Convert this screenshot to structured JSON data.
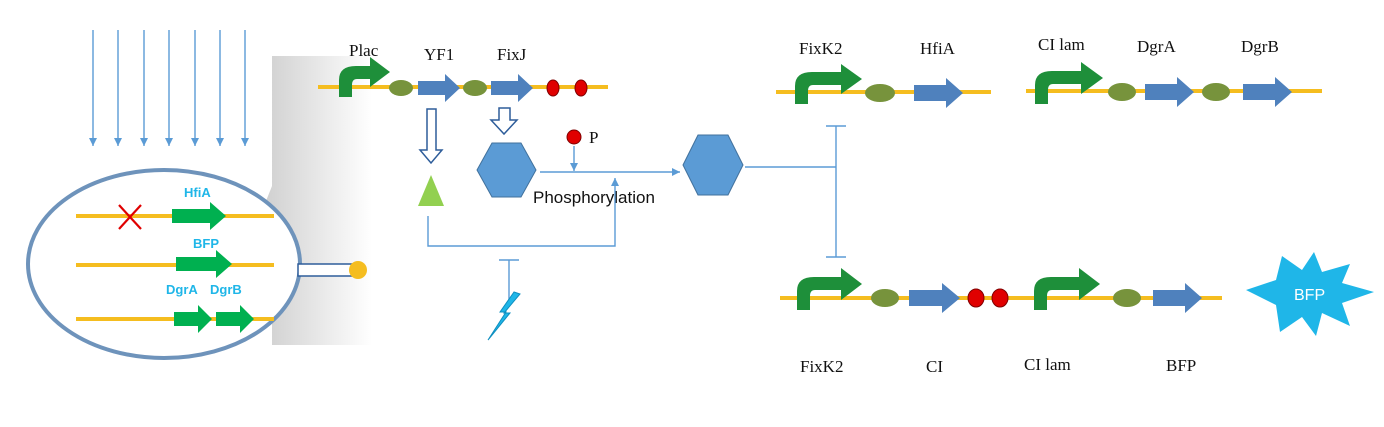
{
  "colors": {
    "dna": "#f5bd1f",
    "promoter": "#1e8f3a",
    "gene": "#4f81bd",
    "gene_green": "#00b050",
    "rbs": "#77933c",
    "operator": "#e00000",
    "protein": "#5b9bd5",
    "signal": "#5b9bd5",
    "light_cone": "#d9d9d9",
    "cell": "#6e93bb",
    "cross": "#e00000",
    "triangle": "#92d050",
    "bolt": "#1fb6e8",
    "bfp_star": "#1fb6e8"
  },
  "circuit_top": {
    "promoter_label": "Plac",
    "gene1_label": "YF1",
    "gene2_label": "FixJ"
  },
  "signal": {
    "phosphate_label": "P",
    "process_label": "Phosphorylation"
  },
  "cell": {
    "row1_label": "HfiA",
    "row2_label": "BFP",
    "row3_label_a": "DgrA",
    "row3_label_b": "DgrB"
  },
  "circuit_right_top_1": {
    "promoter_label": "FixK2",
    "gene_label": "HfiA"
  },
  "circuit_right_top_2": {
    "promoter_label": "CI lam",
    "gene1_label": "DgrA",
    "gene2_label": "DgrB"
  },
  "circuit_bottom": {
    "promoter1_label": "FixK2",
    "gene1_label": "CI",
    "promoter2_label": "CI lam",
    "gene2_label": "BFP"
  },
  "output": {
    "star_label": "BFP"
  }
}
